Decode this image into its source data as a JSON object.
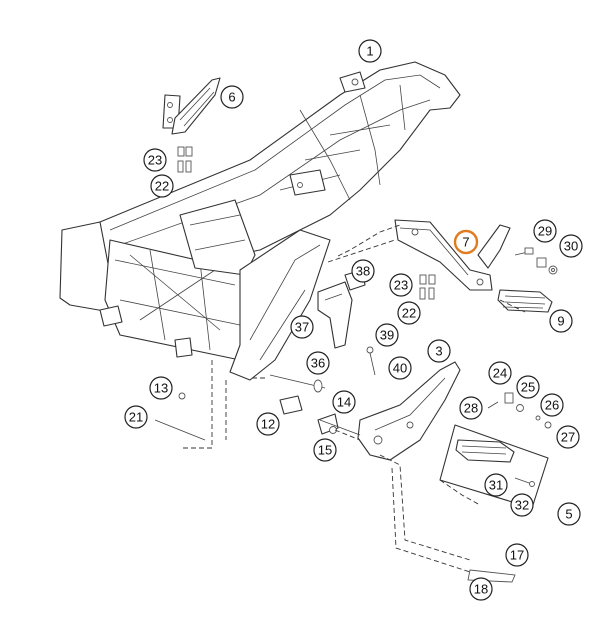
{
  "colors": {
    "background": "#ffffff",
    "line": "#333333",
    "highlight": "#e07b1f"
  },
  "highlighted_part": "7",
  "callouts": {
    "c1": "1",
    "c3": "3",
    "c5": "5",
    "c6": "6",
    "c7": "7",
    "c9": "9",
    "c12": "12",
    "c13": "13",
    "c14": "14",
    "c15": "15",
    "c17": "17",
    "c18": "18",
    "c21": "21",
    "c22a": "22",
    "c22b": "22",
    "c23a": "23",
    "c23b": "23",
    "c24": "24",
    "c25": "25",
    "c26": "26",
    "c27": "27",
    "c28": "28",
    "c29": "29",
    "c30": "30",
    "c31": "31",
    "c32": "32",
    "c36": "36",
    "c37": "37",
    "c38": "38",
    "c39": "39",
    "c40": "40"
  }
}
